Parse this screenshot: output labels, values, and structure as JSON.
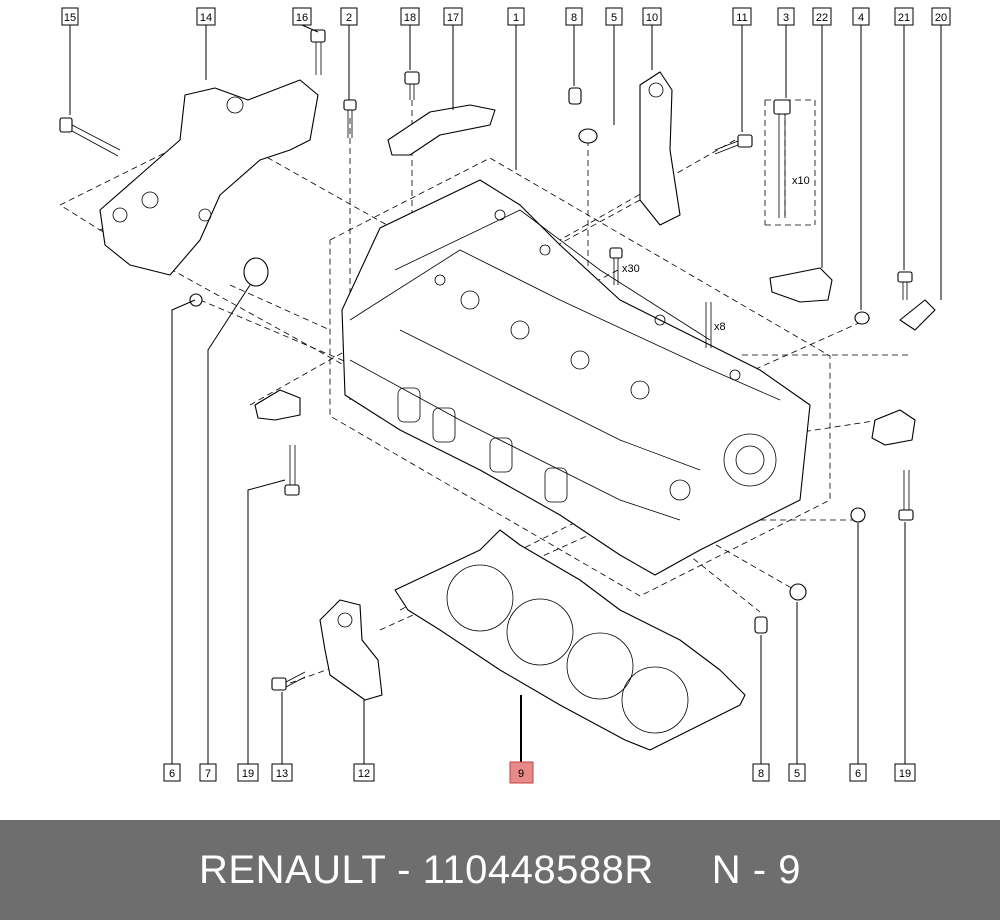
{
  "callouts": {
    "top": [
      "15",
      "14",
      "16",
      "2",
      "18",
      "17",
      "1",
      "8",
      "5",
      "10",
      "11",
      "3",
      "22",
      "4",
      "21",
      "20"
    ],
    "bottom": [
      "6",
      "7",
      "19",
      "13",
      "12",
      "9",
      "8",
      "5",
      "6",
      "19"
    ],
    "highlighted": "9"
  },
  "quantities": {
    "bolt_3": "x10",
    "bolt_11": "x30",
    "stud": "x8"
  },
  "footer": {
    "brand": "RENAULT",
    "separator": " - ",
    "part_number": "110448588R",
    "ref_label": "N - 9"
  },
  "colors": {
    "highlight": "#e98a8a",
    "footer_bg": "#6e6e6e",
    "footer_text": "#ffffff"
  }
}
